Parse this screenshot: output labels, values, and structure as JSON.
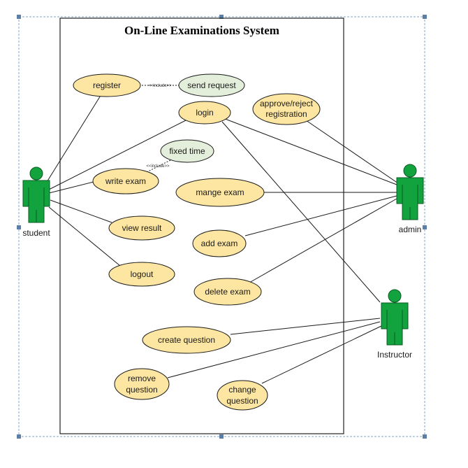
{
  "title": "On-Line Examinations System",
  "colors": {
    "usecase_fill": "#fde6a1",
    "usecase_alt_fill": "#e4efdb",
    "actor_fill": "#12a23e",
    "line": "#1a1a1a"
  },
  "actors": {
    "student": "student",
    "admin": "admin",
    "instructor": "Instructor"
  },
  "use_cases": {
    "register": "register",
    "send_request": "send request",
    "login": "login",
    "approve_line1": "approve/reject",
    "approve_line2": "registration",
    "fixed_time": "fixed time",
    "write_exam": "write exam",
    "mange_exam": "mange exam",
    "view_result": "view result",
    "add_exam": "add exam",
    "logout": "logout",
    "delete_exam": "delete exam",
    "create_question": "create question",
    "remove_line1": "remove",
    "remove_line2": "question",
    "change_line1": "change",
    "change_line2": "question"
  },
  "relations": {
    "include_1": "<<include>>",
    "include_2": "<<include>>"
  }
}
